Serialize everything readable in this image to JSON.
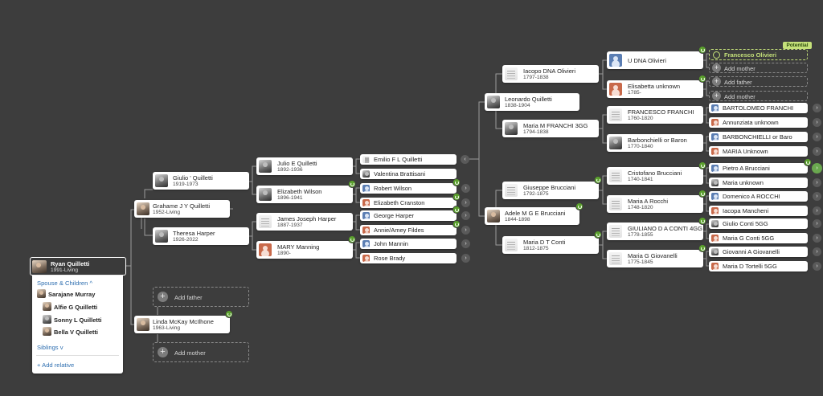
{
  "colors": {
    "background": "#3d3d3d",
    "hint_green": "#5aa02c",
    "potential": "#c5e17a",
    "link": "#2f6fb0"
  },
  "focus_person": {
    "name": "Ryan Quilletti",
    "dates": "1991-Living"
  },
  "family_panel": {
    "spouse_children_label": "Spouse & Children",
    "spouse": "Sarajane Murray",
    "children": [
      "Alfie G Quilletti",
      "Sonny L Quilletti",
      "Bella V Quilletti"
    ],
    "siblings_label": "Siblings",
    "add_relative_label": "Add relative"
  },
  "add_father_label": "Add father",
  "add_mother_label": "Add mother",
  "potential_label": "Potential",
  "people": {
    "grahame": {
      "name": "Grahame J Y Quilletti",
      "dates": "1952-Living"
    },
    "linda": {
      "name": "Linda McKay McIlhone",
      "dates": "1963-Living"
    },
    "giulio": {
      "name": "Giulio ' Quilletti",
      "dates": "1919-1973"
    },
    "theresa": {
      "name": "Theresa Harper",
      "dates": "1926-2022"
    },
    "julio": {
      "name": "Julio E Quilletti",
      "dates": "1892-1936"
    },
    "elizabeth": {
      "name": "Elizabeth Wilson",
      "dates": "1896-1941"
    },
    "james": {
      "name": "James Joseph Harper",
      "dates": "1887-1937"
    },
    "mary": {
      "name": "MARY Manning",
      "dates": "1890-"
    },
    "emilio": {
      "name": "Emilio F L Quilletti"
    },
    "valentina": {
      "name": "Valentina Brattisani"
    },
    "robert": {
      "name": "Robert Wilson"
    },
    "elizabeth_c": {
      "name": "Elizabeth Cranston"
    },
    "george": {
      "name": "George Harper"
    },
    "annie": {
      "name": "Annie/Amey Fildes"
    },
    "john": {
      "name": "John Mannin"
    },
    "rose": {
      "name": "Rose Brady"
    },
    "leonardo": {
      "name": "Leonardo Quilletti",
      "dates": "1838-1904"
    },
    "adele": {
      "name": "Adele M G E Brucciani",
      "dates": "1844-1898"
    },
    "iacopo": {
      "name": "Iacopo DNA Olivieri",
      "dates": "1797-1838"
    },
    "maria_franchi": {
      "name": "Maria M FRANCHI 3GG",
      "dates": "1794-1838"
    },
    "giuseppe": {
      "name": "Giuseppe Brucciani",
      "dates": "1792-1875"
    },
    "maria_conti": {
      "name": "Maria D T Conti",
      "dates": "1812-1875"
    },
    "u_dna": {
      "name": "U DNA Olivieri"
    },
    "elisabetta": {
      "name": "Elisabetta unknown",
      "dates": "1785-"
    },
    "francesco_f": {
      "name": "FRANCESCO FRANCHI",
      "dates": "1760-1820"
    },
    "barbonchielli": {
      "name": "Barbonchielli or Baron",
      "dates": "1770-1840"
    },
    "cristofano": {
      "name": "Cristofano Brucciani",
      "dates": "1740-1841"
    },
    "maria_rocchi": {
      "name": "Maria A Rocchi",
      "dates": "1748-1820"
    },
    "giuliano": {
      "name": "GIULIANO D A CONTI 4GG",
      "dates": "1778-1855"
    },
    "maria_giovanelli": {
      "name": "Maria G Giovanelli",
      "dates": "1775-1845"
    },
    "francesco_o": {
      "name": "Francesco Olivieri"
    },
    "bartolomeo": {
      "name": "BARTOLOMEO FRANCHI"
    },
    "annunziata": {
      "name": "Annunziata unknown"
    },
    "barbonchielli_baro": {
      "name": "BARBONCHIELLI or Baro"
    },
    "maria_unknown": {
      "name": "MARIA Unknown"
    },
    "pietro": {
      "name": "Pietro A Brucciani"
    },
    "maria_unknown2": {
      "name": "Maria unknown"
    },
    "domenico": {
      "name": "Domenico A ROCCHI"
    },
    "iacopa": {
      "name": "Iacopa Mancheni"
    },
    "giulio_conti": {
      "name": "Giulio Conti 5GG"
    },
    "maria_g_conti": {
      "name": "Maria G Conti 5GG"
    },
    "giovanni": {
      "name": "Giovanni A Giovanelli"
    },
    "maria_tortelli": {
      "name": "Maria D Tortelli 5GG"
    }
  }
}
